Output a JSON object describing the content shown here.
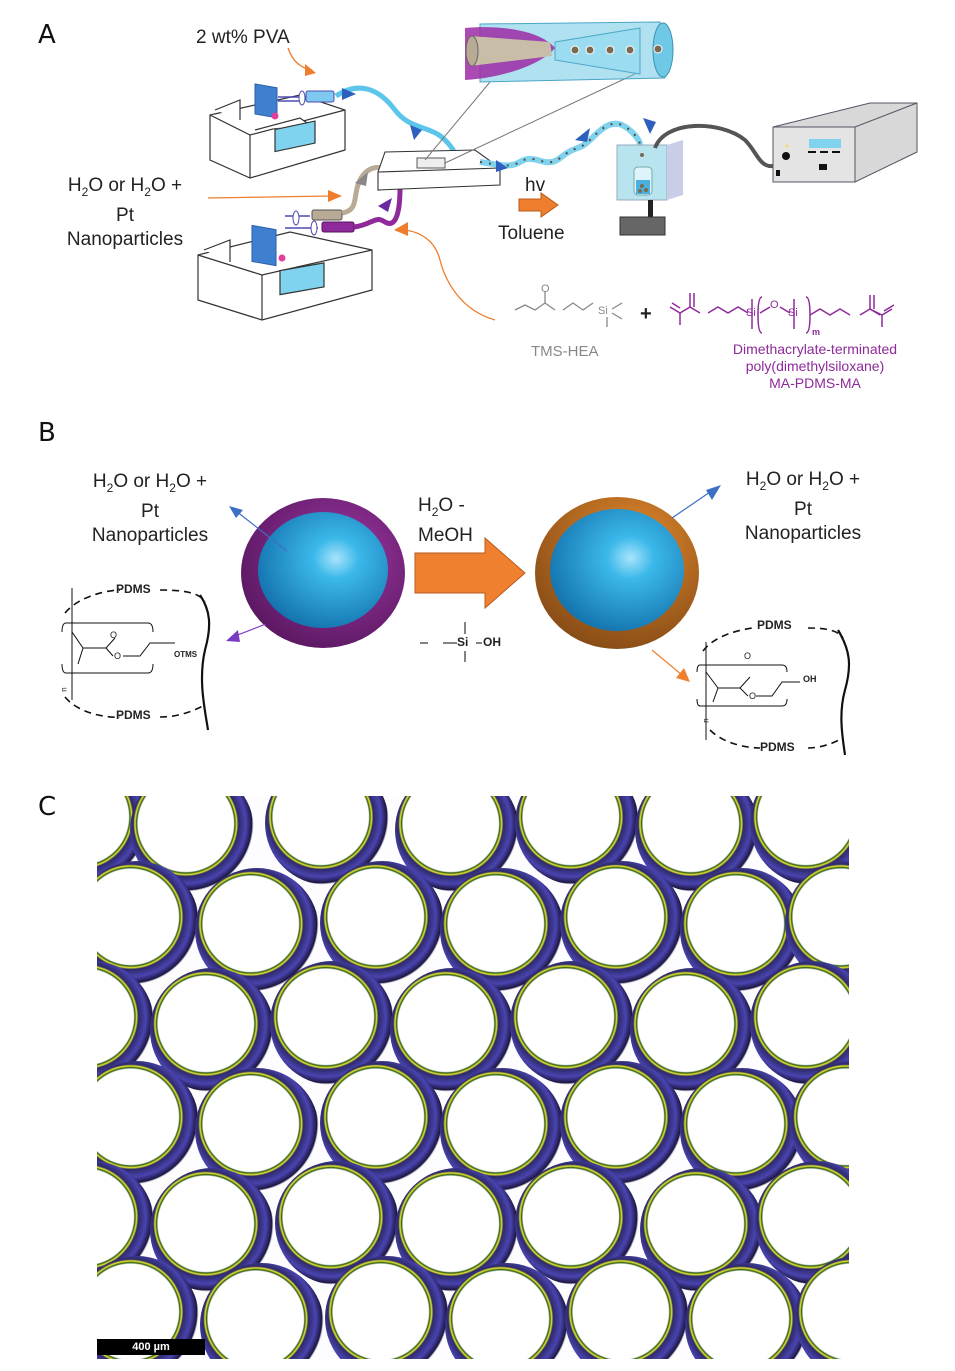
{
  "figure": {
    "panels": {
      "A": {
        "letter": "A",
        "pva_label": "2 wt% PVA",
        "inner_phase_label": {
          "line1_pre": "H",
          "line1_sub1": "2",
          "line1_mid": "O or H",
          "line1_sub2": "2",
          "line1_post": "O +",
          "line2": "Pt",
          "line3": "Nanoparticles"
        },
        "uv_label": "hv",
        "solvent_label": "Toluene",
        "monomer1": {
          "name": "TMS-HEA",
          "si_label": "Si",
          "o_label": "O"
        },
        "plus": "+",
        "monomer2": {
          "line1": "Dimethacrylate-terminated",
          "line2": "poly(dimethylsiloxane)",
          "line3": "MA-PDMS-MA",
          "si_label": "Si",
          "o_label": "O",
          "repeat_subscript": "m"
        },
        "colors": {
          "pva_tube": "#5bc6ea",
          "core_tube": "#b8aa94",
          "shell_tube": "#8e2a9a",
          "arrow_orange": "#ee7d2e",
          "flow_arrow_blue": "#2e5fbf"
        }
      },
      "B": {
        "letter": "B",
        "left_label": {
          "line1_pre": "H",
          "line1_sub1": "2",
          "line1_mid": "O or H",
          "line1_sub2": "2",
          "line1_post": "O +",
          "line2": "Pt",
          "line3": "Nanoparticles"
        },
        "right_label": {
          "line1_pre": "H",
          "line1_sub1": "2",
          "line1_mid": "O or H",
          "line1_sub2": "2",
          "line1_post": "O +",
          "line2": "Pt",
          "line3": "Nanoparticles"
        },
        "reagent": {
          "line1_pre": "H",
          "line1_sub": "2",
          "line1_post": "O -",
          "line2": "MeOH"
        },
        "silanol": "Si-OH",
        "silanol_si": "Si",
        "silanol_oh": "OH",
        "left_polymer": {
          "top_label": "PDMS",
          "bottom_label": "PDMS",
          "end_group": "OTMS",
          "carbonyl_o": "O",
          "ester_o": "O",
          "repeat": "n"
        },
        "right_polymer": {
          "top_label": "PDMS",
          "bottom_label": "PDMS",
          "end_group": "OH",
          "carbonyl_o": "O",
          "ester_o": "O",
          "repeat": "n"
        },
        "colors": {
          "core_blue": "#1aa0dc",
          "shell_before": "#7a2480",
          "shell_after": "#b0651f",
          "reaction_arrow": "#ef8030"
        }
      },
      "C": {
        "letter": "C",
        "scale_bar": "400 µm",
        "colors": {
          "ring_outer": "#3b2f8f",
          "ring_inner": "#c8d62a",
          "background": "#fdfdff"
        }
      }
    }
  }
}
